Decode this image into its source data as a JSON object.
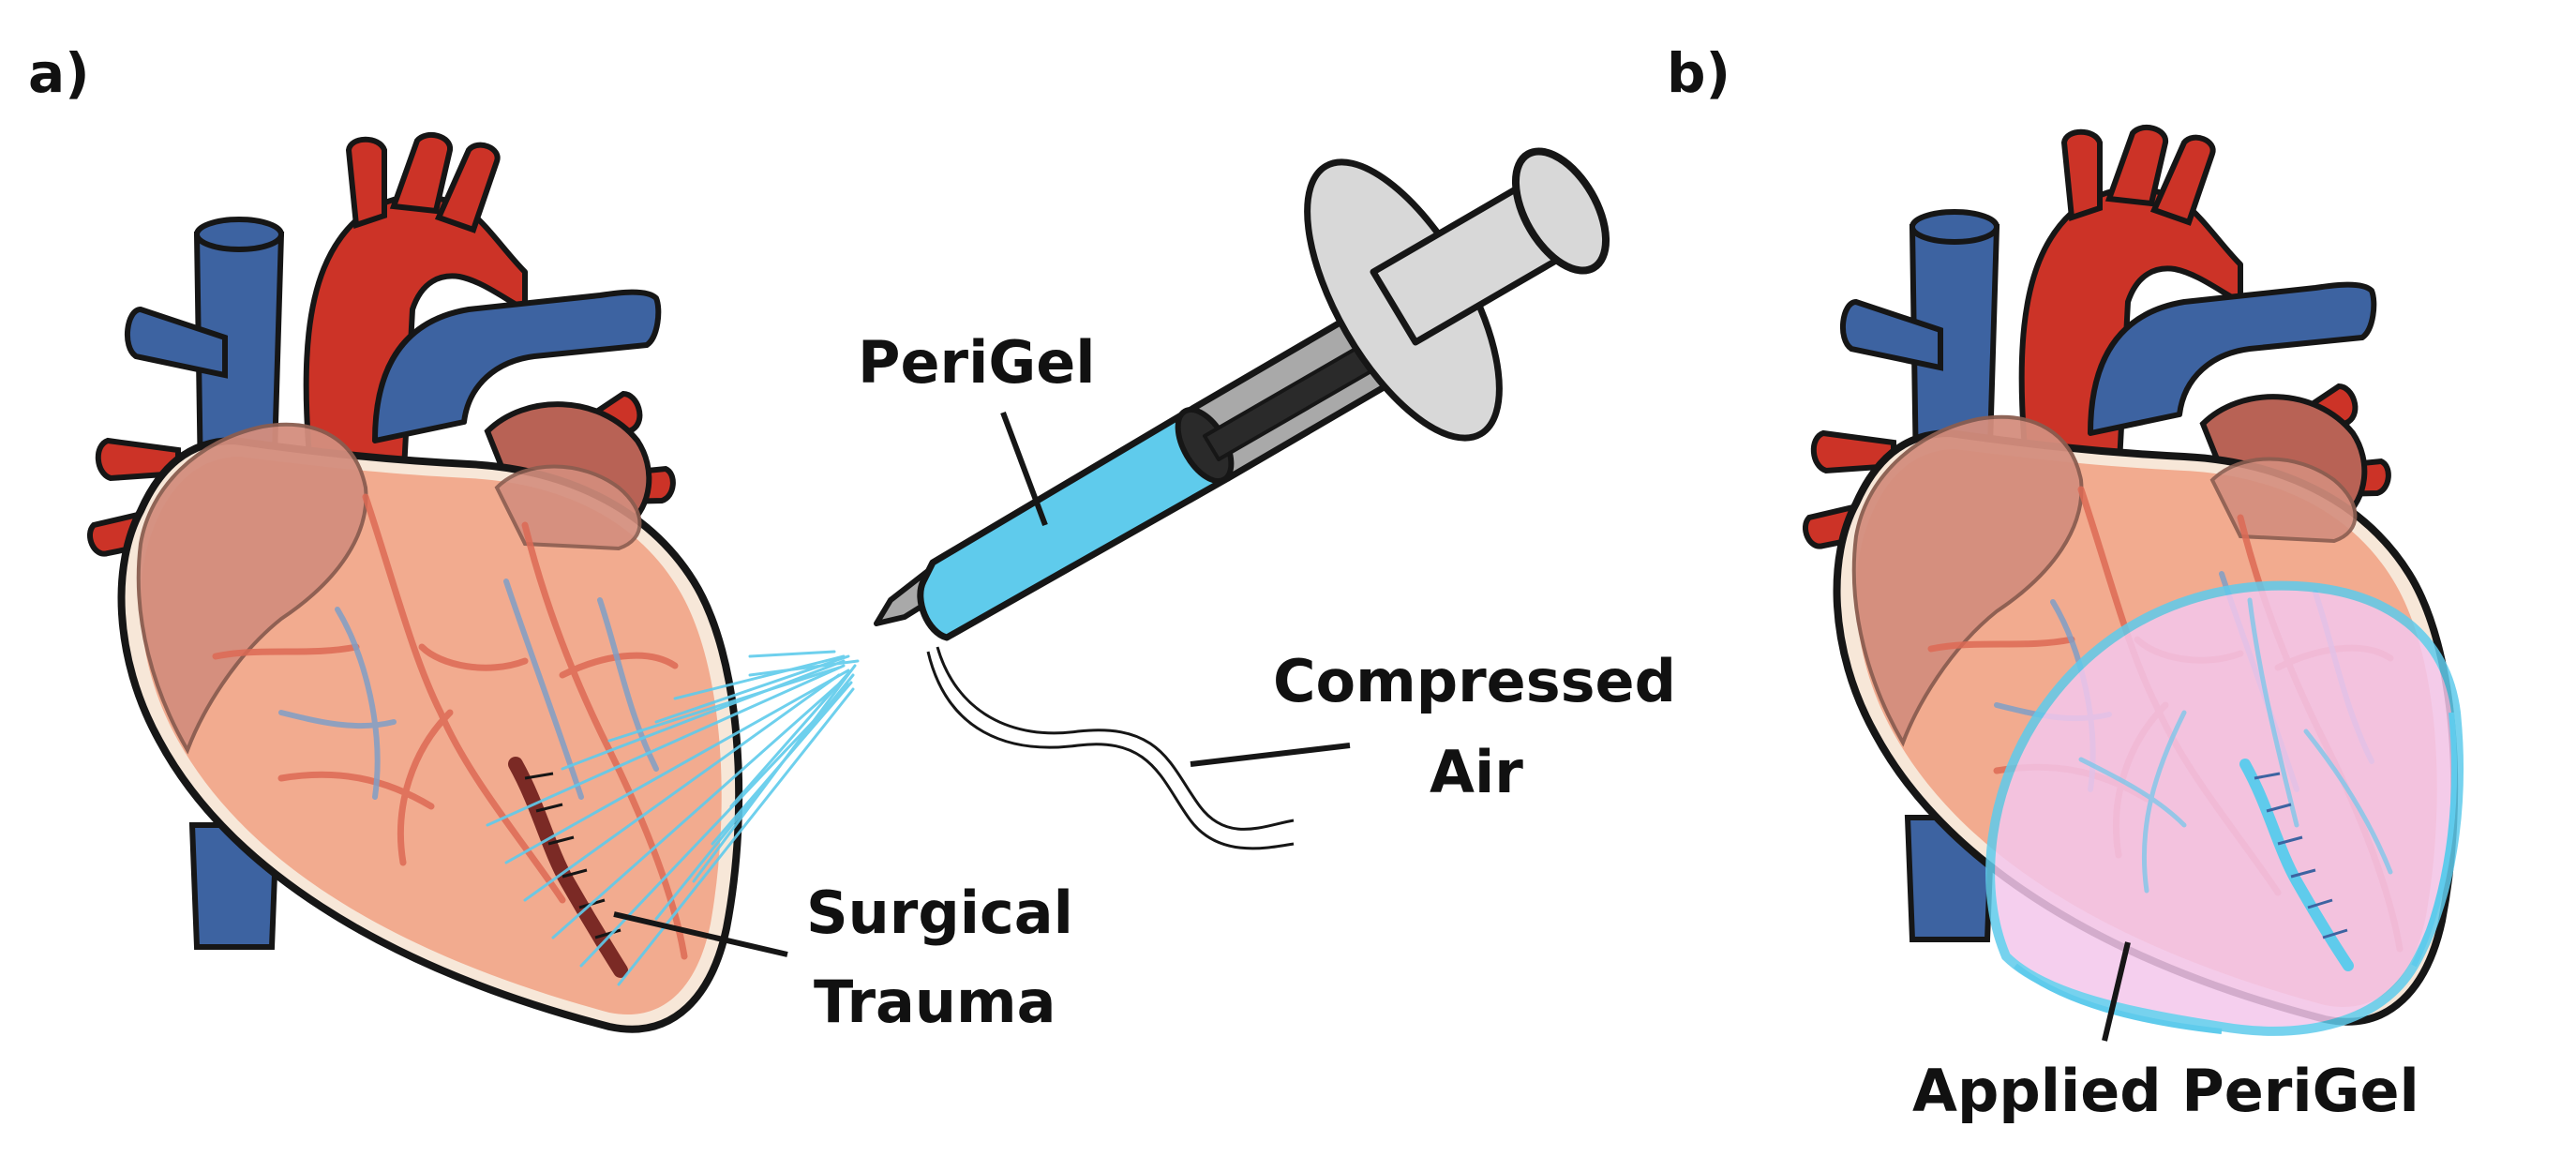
{
  "panels": {
    "a": {
      "label": "a)"
    },
    "b": {
      "label": "b)"
    }
  },
  "labels": {
    "perigel": "PeriGel",
    "compressed_line1": "Compressed",
    "compressed_line2": "Air",
    "surgical_line1": "Surgical",
    "surgical_line2": "Trauma",
    "applied": "Applied PeriGel"
  },
  "colors": {
    "artery": "#cc3327",
    "vein": "#3d63a1",
    "myocardium": "#f2ab8f",
    "atrium": "#d48e7e",
    "vessel_red": "#dd6a55",
    "vessel_blue": "#7f9fc7",
    "gel_blue": "#5fcbec",
    "gel_pink": "#f4c7ec",
    "wound": "#7b2a25",
    "syringe_gray": "#a9a9a9",
    "syringe_light": "#d8d8d8",
    "outline": "#161616"
  }
}
